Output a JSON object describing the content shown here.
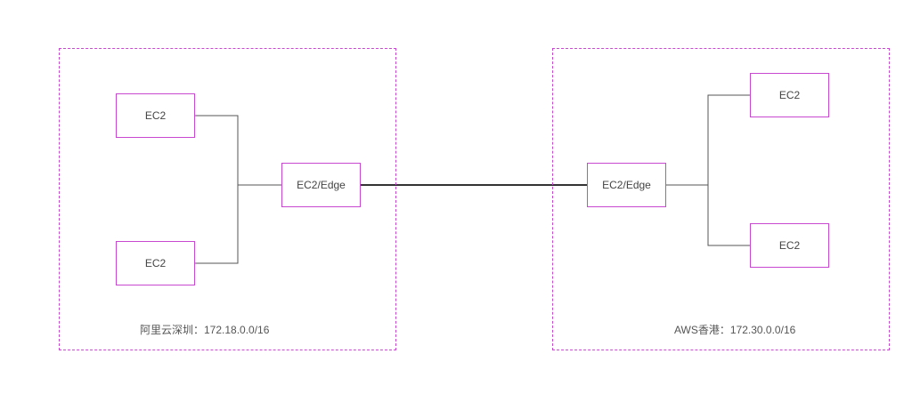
{
  "colors": {
    "border": "#c848d0",
    "wire": "#555555",
    "link": "#333333",
    "text": "#444444"
  },
  "regions": [
    {
      "label": "阿里云深圳：172.18.0.0/16",
      "edge": "EC2/Edge",
      "instances": [
        "EC2",
        "EC2"
      ]
    },
    {
      "label": "AWS香港：172.30.0.0/16",
      "edge": "EC2/Edge",
      "instances": [
        "EC2",
        "EC2"
      ]
    }
  ]
}
